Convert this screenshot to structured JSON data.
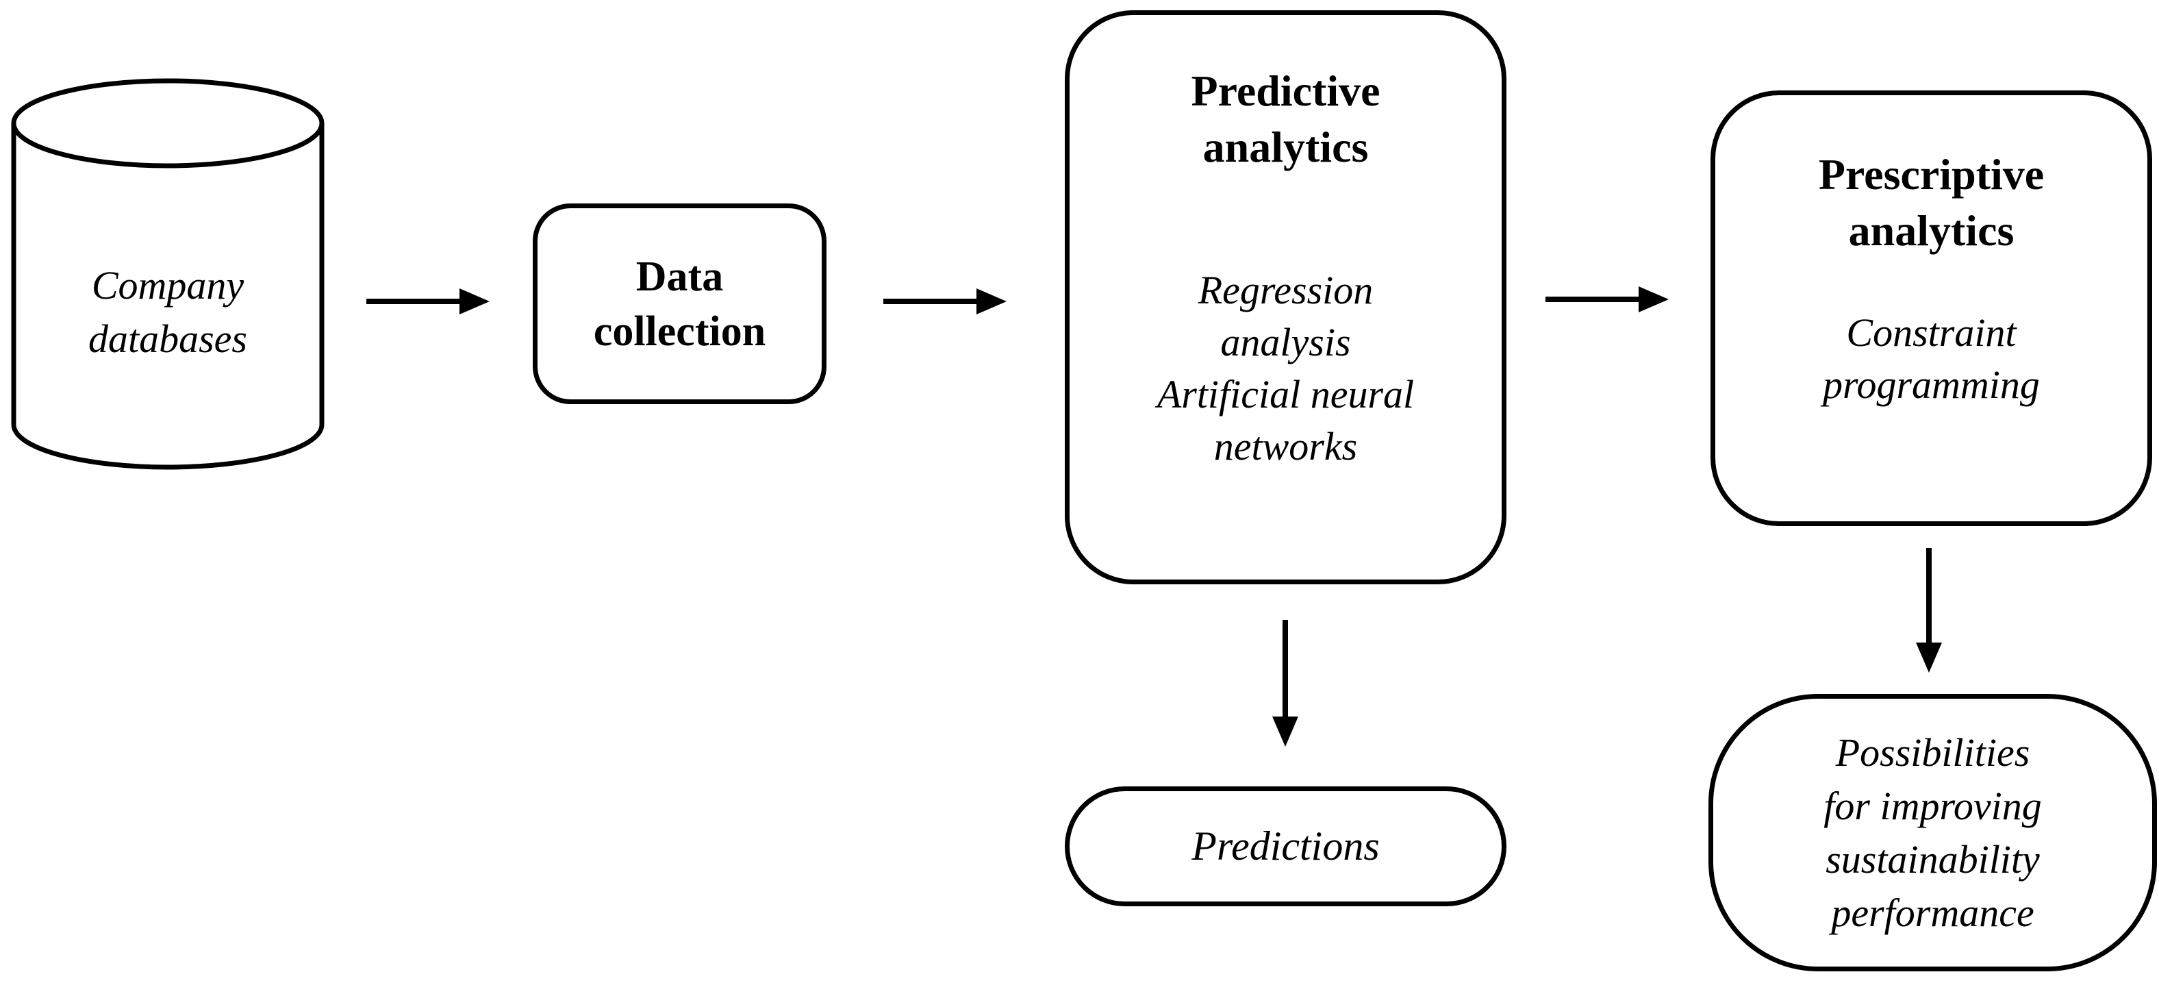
{
  "diagram": {
    "background_color": "#ffffff",
    "stroke_color": "#000000",
    "nodes": {
      "company_databases": {
        "shape": "cylinder",
        "lines": [
          "Company",
          "databases"
        ]
      },
      "data_collection": {
        "shape": "rounded-rectangle",
        "lines": [
          "Data",
          "collection"
        ]
      },
      "predictive_analytics": {
        "shape": "rounded-rectangle",
        "title_lines": [
          "Predictive",
          "analytics"
        ],
        "body_lines": [
          "Regression",
          "analysis",
          "Artificial neural",
          "networks"
        ]
      },
      "prescriptive_analytics": {
        "shape": "rounded-rectangle",
        "title_lines": [
          "Prescriptive",
          "analytics"
        ],
        "body_lines": [
          "Constraint",
          "programming"
        ]
      },
      "predictions": {
        "shape": "pill",
        "label": "Predictions"
      },
      "possibilities": {
        "shape": "rounded-rectangle-large-radius",
        "lines": [
          "Possibilities",
          "for improving",
          "sustainability",
          "performance"
        ]
      }
    },
    "edges": [
      {
        "from": "company_databases",
        "to": "data_collection",
        "direction": "right"
      },
      {
        "from": "data_collection",
        "to": "predictive_analytics",
        "direction": "right"
      },
      {
        "from": "predictive_analytics",
        "to": "prescriptive_analytics",
        "direction": "right"
      },
      {
        "from": "predictive_analytics",
        "to": "predictions",
        "direction": "down"
      },
      {
        "from": "prescriptive_analytics",
        "to": "possibilities",
        "direction": "down"
      }
    ]
  }
}
